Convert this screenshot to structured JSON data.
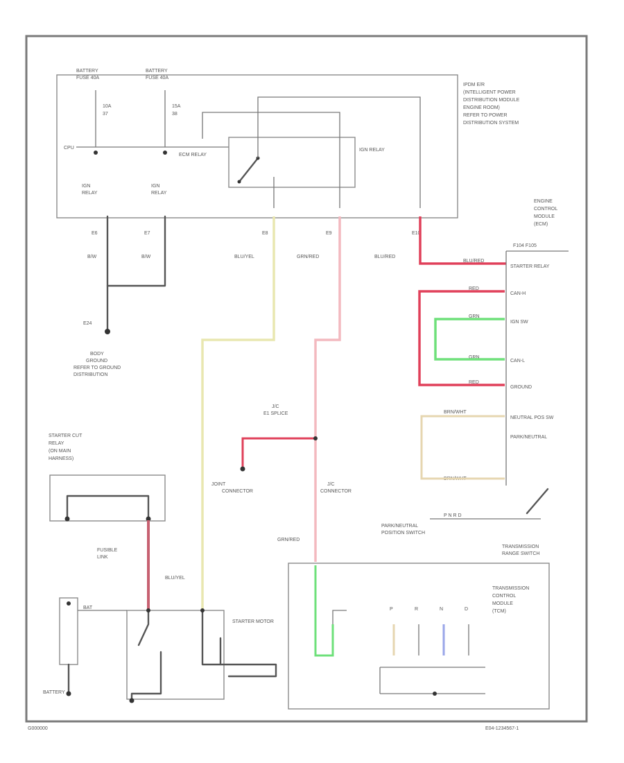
{
  "diagram": {
    "footer_left": "G000000",
    "footer_right": "E04-1234567-1",
    "ipdm_label_lines": [
      "IPDM E/R",
      "(INTELLIGENT POWER",
      "DISTRIBUTION MODULE",
      "ENGINE ROOM)",
      "REFER TO POWER",
      "DISTRIBUTION SYSTEM"
    ],
    "fuse_a": {
      "top": "BATTERY",
      "sub": "FUSE 40A",
      "rating": "10A",
      "num": "37"
    },
    "fuse_b": {
      "top": "BATTERY",
      "sub": "FUSE 40A",
      "rating": "15A",
      "num": "38"
    },
    "cpu_label": "CPU",
    "relay_top_label": "ECM RELAY",
    "ipdm_relay_label": "IGN RELAY",
    "ipdm_pins": [
      "E6",
      "E7",
      "E8",
      "E9",
      "E10"
    ],
    "ipdm_wire_labels": [
      "B/W",
      "B/W",
      "BLU/YEL",
      "GRN/RED",
      "BLU/RED"
    ],
    "ground_label": "E24",
    "ground_note": [
      "BODY",
      "GROUND",
      "REFER TO GROUND",
      "DISTRIBUTION"
    ],
    "right_connector_header": [
      "ENGINE",
      "CONTROL",
      "MODULE",
      "(ECM)",
      "F104 F105"
    ],
    "right_pins": [
      "STARTER RELAY",
      "CAN-H",
      "IGN SW",
      "CAN-L",
      "GROUND",
      "NEUTRAL POS SW",
      "PARK/NEUTRAL"
    ],
    "right_wire_labels": [
      "BLU/RED",
      "RED",
      "GRN",
      "GRN",
      "RED",
      "BRN/WHT",
      "BRN/WHT"
    ],
    "pn_switch_label": [
      "PARK/NEUTRAL",
      "POSITION SWITCH"
    ],
    "pn_row_label": "P N R D",
    "splice_label": [
      "J/C",
      "E1 SPLICE"
    ],
    "trans_label": [
      "TRANSMISSION",
      "RANGE SWITCH"
    ],
    "joint_label": [
      "JOINT",
      "CONNECTOR"
    ],
    "starter_cut_label": [
      "STARTER CUT",
      "RELAY",
      "(ON MAIN",
      "HARNESS)"
    ],
    "fusible_label": [
      "FUSIBLE",
      "LINK"
    ],
    "starter_motor_label": "STARTER MOTOR",
    "bat_label": "BATTERY",
    "bottom_wire_labels": [
      "BLU/YEL",
      "GRN/RED"
    ],
    "trans_box_label": [
      "TRANSMISSION",
      "CONTROL",
      "MODULE",
      "(TCM)"
    ],
    "tcm_pins": [
      "P",
      "R",
      "N",
      "D"
    ],
    "colors": {
      "yellow": "#e9e7b0",
      "pink": "#f3b9bf",
      "red": "#e0405a",
      "green": "#6ee07a",
      "tan": "#e6d6b0",
      "blue": "#9aa6e8"
    }
  }
}
